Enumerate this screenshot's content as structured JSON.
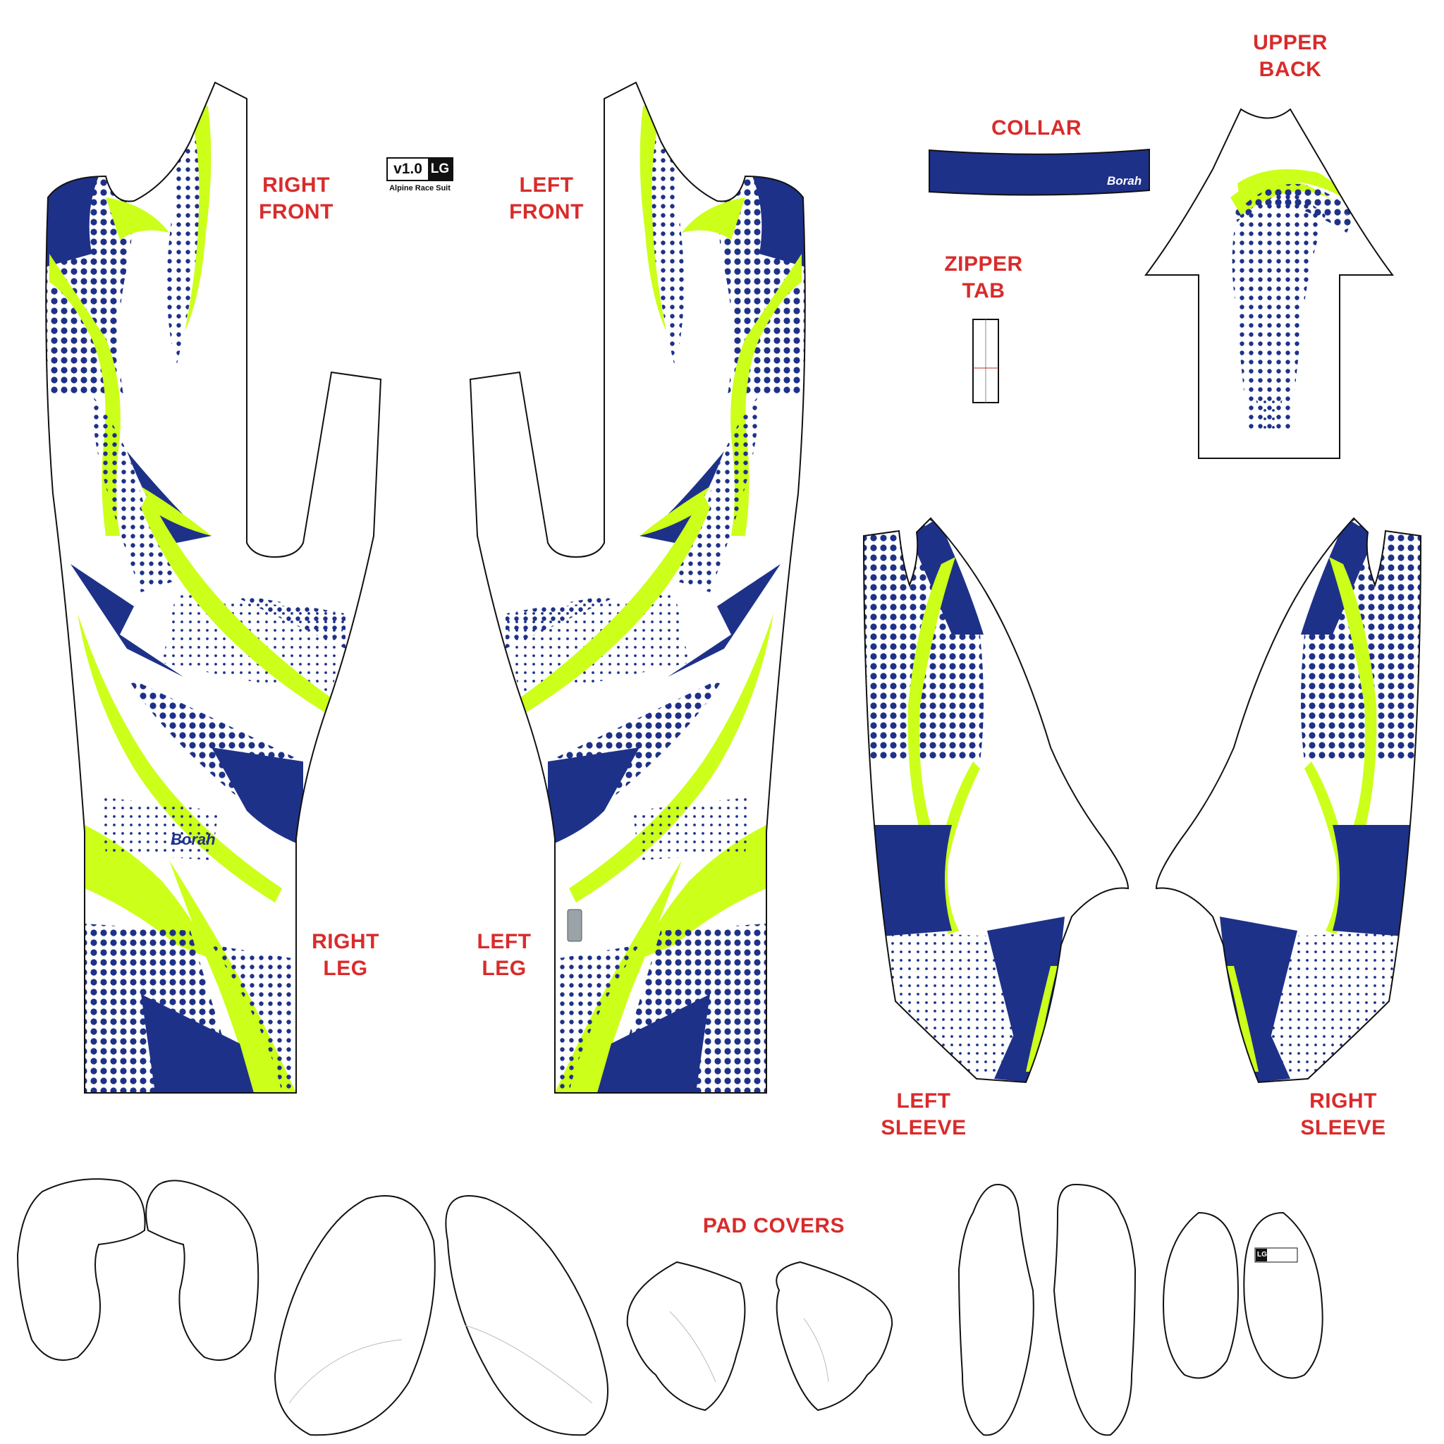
{
  "colors": {
    "navy": "#1e3189",
    "lime": "#ccff1a",
    "label_red": "#d92b2b",
    "outline": "#111111"
  },
  "badge": {
    "version": "v1.0",
    "size": "LG",
    "caption": "Alpine Race Suit"
  },
  "labels": {
    "right_front": [
      "RIGHT",
      "FRONT"
    ],
    "left_front": [
      "LEFT",
      "FRONT"
    ],
    "collar": [
      "COLLAR"
    ],
    "upper_back": [
      "UPPER",
      "BACK"
    ],
    "zipper_tab": [
      "ZIPPER",
      "TAB"
    ],
    "right_leg": [
      "RIGHT",
      "LEG"
    ],
    "left_leg": [
      "LEFT",
      "LEG"
    ],
    "left_sleeve": [
      "LEFT",
      "SLEEVE"
    ],
    "right_sleeve": [
      "RIGHT",
      "SLEEVE"
    ],
    "pad_covers": [
      "PAD COVERS"
    ]
  },
  "brand": {
    "logo_text": "Borah"
  },
  "pad_tag": {
    "size": "LG"
  }
}
